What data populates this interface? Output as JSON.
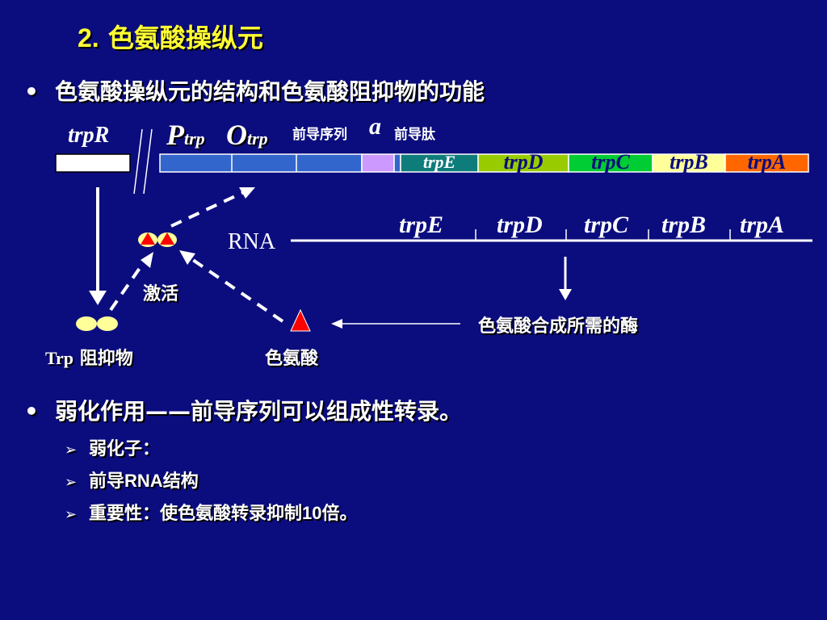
{
  "title": {
    "number": "2.",
    "text": "色氨酸操纵元"
  },
  "bullets": [
    {
      "marker": "•",
      "text": "色氨酸操纵元的结构和色氨酸阻抑物的功能"
    },
    {
      "marker": "•",
      "text": "弱化作用——前导序列可以组成性转录。"
    }
  ],
  "sub_bullets": [
    {
      "marker": "➢",
      "text": "弱化子："
    },
    {
      "marker": "➢",
      "pre": "前导",
      "bold": "RNA",
      "post": "结构"
    },
    {
      "marker": "➢",
      "pre": "重要性：使色氨酸转录抑制",
      "bold": "10",
      "post": "倍。"
    }
  ],
  "diagram": {
    "trpR_label": "trpR",
    "promoter": {
      "letter": "P",
      "sub": "trp"
    },
    "operator": {
      "letter": "O",
      "sub": "trp"
    },
    "leader_label": "前导序列",
    "alpha": "a",
    "leader_peptide": "前导肽",
    "dna_genes": [
      {
        "name": "trpE",
        "color": "#0E7C7B",
        "text_color": "#FFFFFF"
      },
      {
        "name": "trpD",
        "color": "#99CC00",
        "text_color": "#0B0D7E"
      },
      {
        "name": "trpC",
        "color": "#00CC33",
        "text_color": "#0B0D7E"
      },
      {
        "name": "trpB",
        "color": "#FFFF99",
        "text_color": "#0B0D7E"
      },
      {
        "name": "trpA",
        "color": "#FF6600",
        "text_color": "#0B0D7E"
      }
    ],
    "rna_label": "RNA",
    "rna_genes": [
      "trpE",
      "trpD",
      "trpC",
      "trpB",
      "trpA"
    ],
    "activate_label": "激活",
    "repressor_label_pre": "Trp",
    "repressor_label_post": "阻抑物",
    "tryptophan_label": "色氨酸",
    "enzymes_label": "色氨酸合成所需的酶",
    "colors": {
      "background": "#0B0D7E",
      "title": "#FFFF33",
      "dna_blue": "#3366CC",
      "leader_purple": "#CC99FF",
      "repressor": "#FFFF99",
      "tryptophan": "#FF0000"
    }
  }
}
